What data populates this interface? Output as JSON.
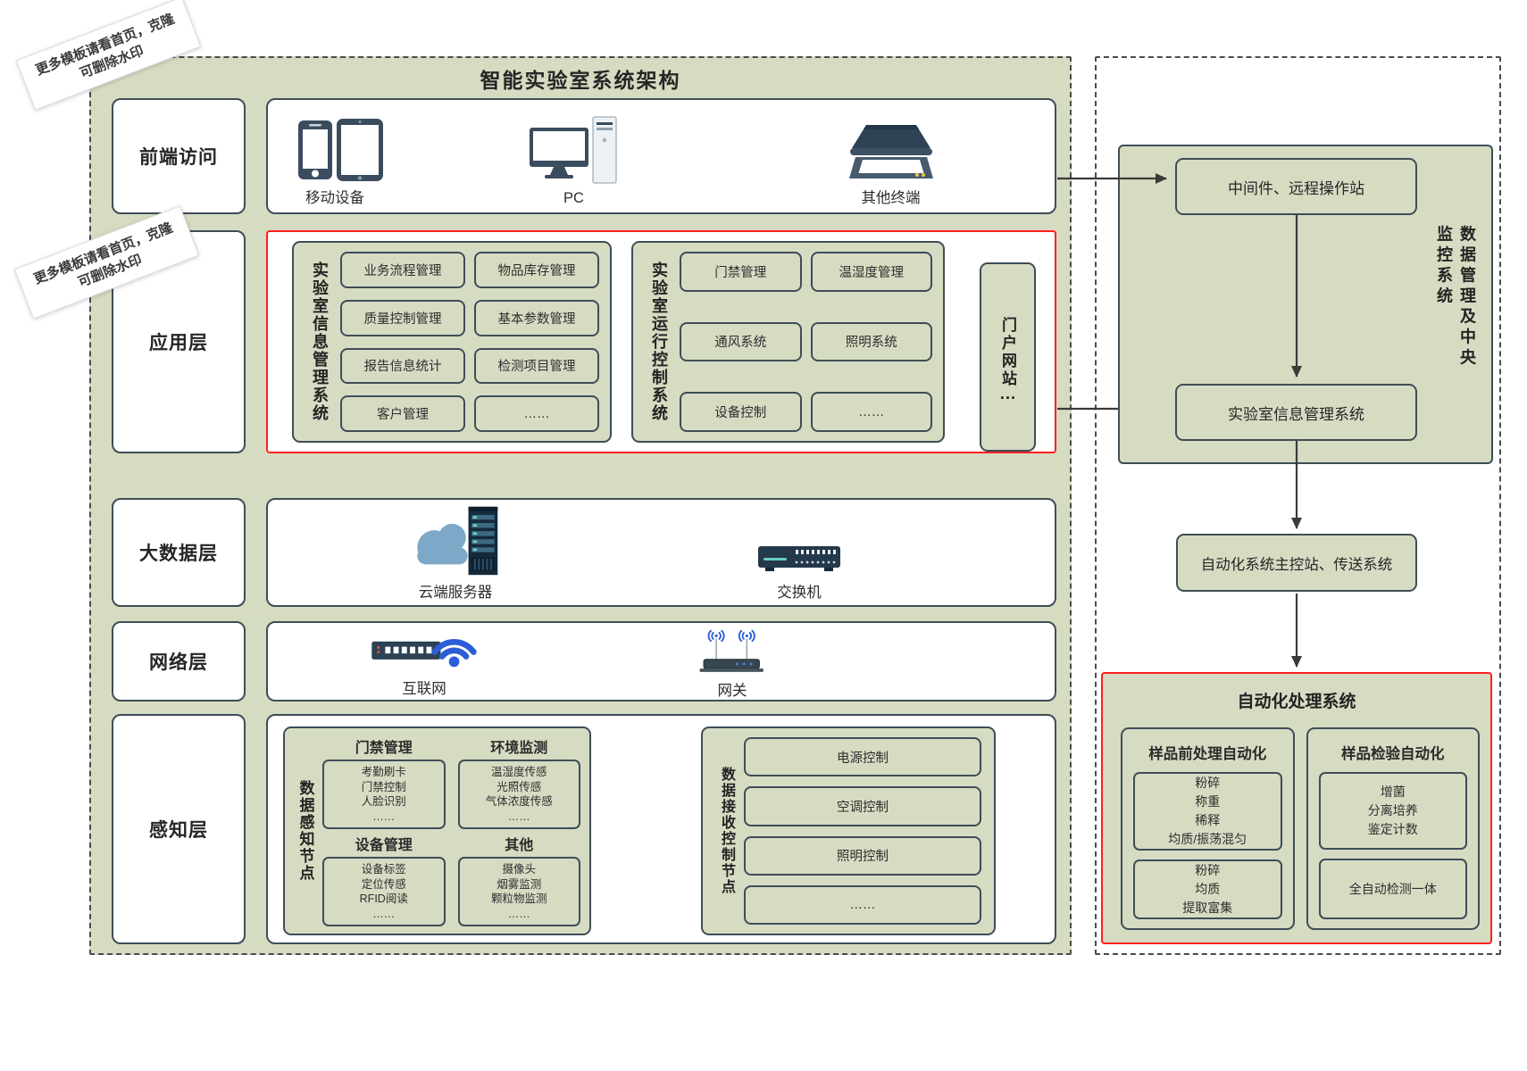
{
  "title": "智能实验室系统架构",
  "watermark": {
    "line1": "更多模板请看首页，克隆",
    "line2": "可删除水印"
  },
  "colors": {
    "panel_green": "#d6dcc2",
    "border_dark": "#3e4d57",
    "highlight_red": "#ff1f1f",
    "accent_blue": "#2b5ed6",
    "cloud_blue": "#7ea8c8",
    "icon_slate": "#3b4c5e"
  },
  "icons": {
    "mobile": "phone-and-tablet-icon",
    "pc": "desktop-computer-icon",
    "terminal": "scanner-icon",
    "cloud_server": "cloud-with-server-rack-icon",
    "switch": "network-switch-icon",
    "internet": "router-with-wifi-icon",
    "gateway": "gateway-antennas-icon"
  },
  "layers": {
    "frontend": {
      "label": "前端访问",
      "items": [
        "移动设备",
        "PC",
        "其他终端"
      ]
    },
    "application": {
      "label": "应用层",
      "lims": {
        "title": "实验室信息管理系统",
        "modules": [
          "业务流程管理",
          "物品库存管理",
          "质量控制管理",
          "基本参数管理",
          "报告信息统计",
          "检测项目管理",
          "客户管理",
          "……"
        ]
      },
      "control": {
        "title": "实验室运行控制系统",
        "modules": [
          "门禁管理",
          "温湿度管理",
          "通风系统",
          "照明系统",
          "设备控制",
          "……"
        ]
      },
      "portal": {
        "title": "门户网站",
        "ellipsis": "…"
      }
    },
    "bigdata": {
      "label": "大数据层",
      "items": [
        "云端服务器",
        "交换机"
      ]
    },
    "network": {
      "label": "网络层",
      "items": [
        "互联网",
        "网关"
      ]
    },
    "perception": {
      "label": "感知层",
      "sensing": {
        "title": "数据感知节点",
        "sections": [
          {
            "header": "门禁管理",
            "lines": [
              "考勤刷卡",
              "门禁控制",
              "人脸识别",
              "……"
            ]
          },
          {
            "header": "环境监测",
            "lines": [
              "温湿度传感",
              "光照传感",
              "气体浓度传感",
              "……"
            ]
          },
          {
            "header": "设备管理",
            "lines": [
              "设备标签",
              "定位传感",
              "RFID阅读",
              "……"
            ]
          },
          {
            "header": "其他",
            "lines": [
              "摄像头",
              "烟雾监测",
              "颗粒物监测",
              "……"
            ]
          }
        ]
      },
      "receiving": {
        "title": "数据接收控制节点",
        "boxes": [
          "电源控制",
          "空调控制",
          "照明控制",
          "……"
        ]
      }
    }
  },
  "right_panel": {
    "monitor": {
      "vertical_label": "数据管理及中央监控系统",
      "middleware": "中间件、远程操作站",
      "lims": "实验室信息管理系统"
    },
    "master": "自动化系统主控站、传送系统",
    "auto": {
      "title": "自动化处理系统",
      "pre": {
        "header": "样品前处理自动化",
        "box1": [
          "粉碎",
          "称重",
          "稀释",
          "均质/振荡混匀"
        ],
        "box2": [
          "粉碎",
          "均质",
          "提取富集"
        ]
      },
      "test": {
        "header": "样品检验自动化",
        "box1": [
          "增菌",
          "分离培养",
          "鉴定计数"
        ],
        "box2": [
          "全自动检测一体"
        ]
      }
    }
  }
}
